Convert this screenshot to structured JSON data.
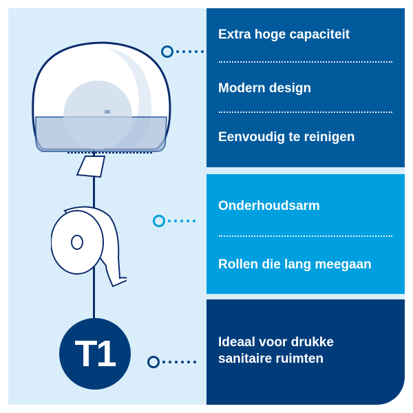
{
  "colors": {
    "background": "#d9eefa",
    "box_dark_blue": "#005a9c",
    "box_light_blue": "#009fe0",
    "box_navy": "#003b7a",
    "line": "#0d2c6c"
  },
  "illustration": {
    "dispenser_icon": "toilet-paper-dispenser",
    "roll_icon": "jumbo-toilet-roll",
    "badge": "T1"
  },
  "groups": [
    {
      "features": [
        "Extra hoge capaciteit",
        "Modern design",
        "Eenvoudig te reinigen"
      ]
    },
    {
      "features": [
        "Onderhoudsarm",
        "Rollen die lang meegaan"
      ]
    },
    {
      "features": [
        "Ideaal voor drukke",
        "sanitaire ruimten"
      ]
    }
  ]
}
